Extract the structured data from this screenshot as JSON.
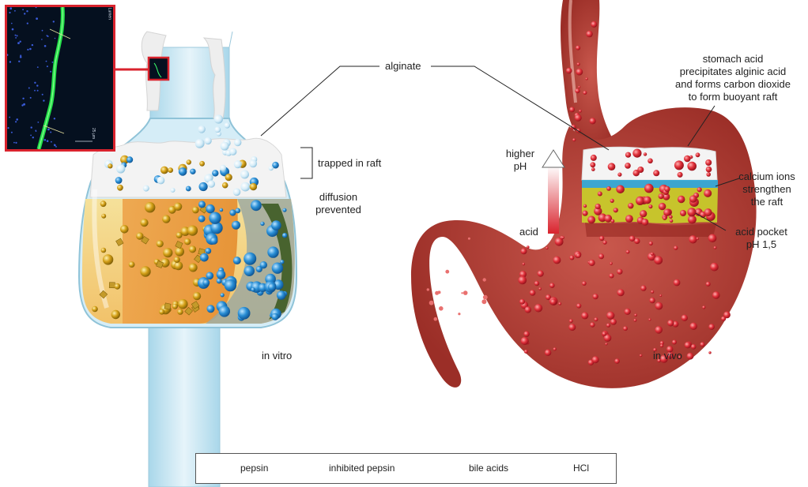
{
  "labels": {
    "alginate": "alginate",
    "trapped_in_raft": "trapped in raft",
    "diffusion_line1": "diffusion",
    "diffusion_line2": "prevented",
    "in_vitro": "in vitro",
    "in_vivo": "in vivo",
    "stomach_line1": "stomach acid",
    "stomach_line2": "precipitates alginic acid",
    "stomach_line3": "and forms carbon dioxide",
    "stomach_line4": "to form buoyant raft",
    "higher_line1": "higher",
    "higher_line2": "pH",
    "acid": "acid",
    "calcium_line1": "calcium ions",
    "calcium_line2": "strengthen",
    "calcium_line3": "the raft",
    "pocket_line1": "acid pocket",
    "pocket_line2": "pH 1,5"
  },
  "legend": {
    "pepsin": "pepsin",
    "inhibited_pepsin": "inhibited pepsin",
    "bile_acids": "bile acids",
    "hcl": "HCl"
  },
  "inset": {
    "label_top": "Lumen",
    "label_bottom": "25 µm"
  },
  "colors": {
    "pepsin": "#2a8fd6",
    "inhibited_pepsin": "#cfe8f7",
    "bile_acid": "#d4a017",
    "hcl": "#d3202c",
    "stomach": "#b8433a",
    "raft_foam": "#f2f2f2",
    "bile_liquid": "#eca14a",
    "calcium_layer": "#2fb0e0",
    "acid_pocket": "#c9d22a",
    "callout_red": "#d9232d"
  }
}
